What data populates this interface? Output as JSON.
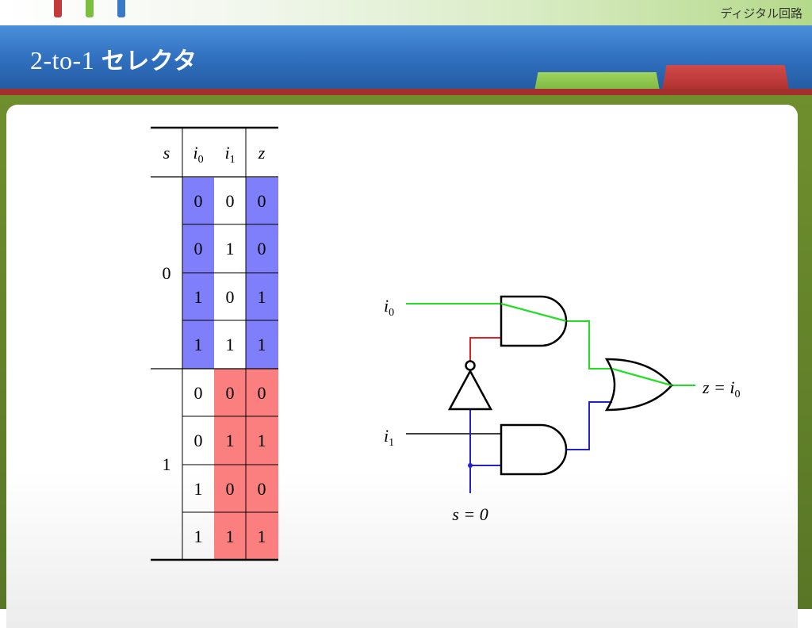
{
  "header": {
    "topic": "ディジタル回路",
    "title_prefix": "2-to-1 ",
    "title_jp": "セレクタ"
  },
  "colors": {
    "blue_band": "#2f6fbe",
    "highlight_blue": "#7f7ffb",
    "highlight_red": "#fb7f7f",
    "wire_green": "#22dd22",
    "wire_red": "#dd2222",
    "wire_blue": "#2222cc",
    "tab_green": "#7cbf3f",
    "tab_red": "#c23a3a"
  },
  "truth_table": {
    "headers": {
      "s": "s",
      "i0": "i",
      "i0_sub": "0",
      "i1": "i",
      "i1_sub": "1",
      "z": "z"
    },
    "groups": [
      {
        "s": "0",
        "rows": [
          [
            "0",
            "0",
            "0"
          ],
          [
            "0",
            "1",
            "0"
          ],
          [
            "1",
            "0",
            "1"
          ],
          [
            "1",
            "1",
            "1"
          ]
        ]
      },
      {
        "s": "1",
        "rows": [
          [
            "0",
            "0",
            "0"
          ],
          [
            "0",
            "1",
            "1"
          ],
          [
            "1",
            "0",
            "0"
          ],
          [
            "1",
            "1",
            "1"
          ]
        ]
      }
    ]
  },
  "circuit": {
    "label_i0": "i",
    "label_i0_sub": "0",
    "label_i1": "i",
    "label_i1_sub": "1",
    "label_s": "s = 0",
    "label_z": "z = i",
    "label_z_sub": "0"
  }
}
